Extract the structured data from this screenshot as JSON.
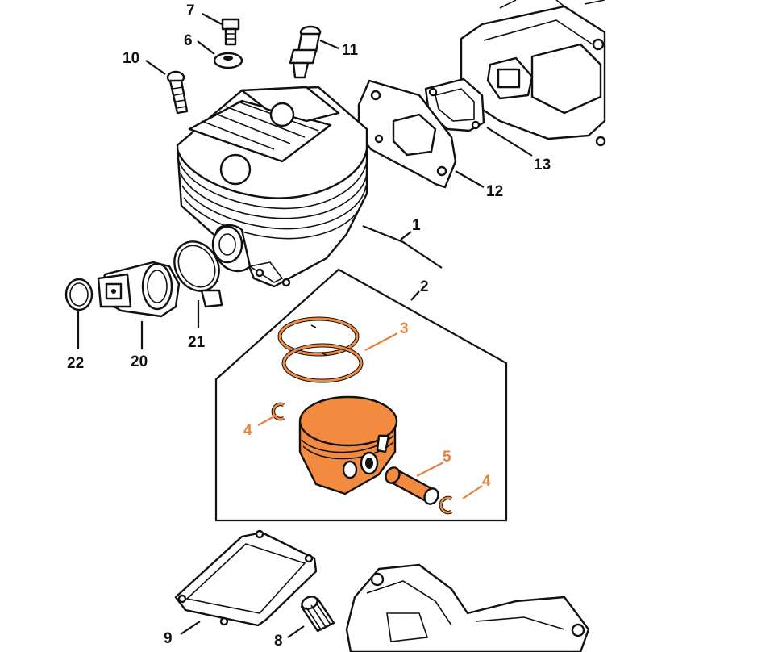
{
  "diagram": {
    "accent_color": "#f28b40",
    "label_orange": "#e8823a",
    "labels": {
      "p1": "1",
      "p2": "2",
      "p3": "3",
      "p4a": "4",
      "p4b": "4",
      "p5": "5",
      "p6": "6",
      "p7": "7",
      "p8": "8",
      "p9": "9",
      "p10": "10",
      "p11": "11",
      "p12": "12",
      "p13": "13",
      "p20": "20",
      "p21": "21",
      "p22": "22"
    },
    "highlighted_parts": [
      "3",
      "4",
      "5",
      "piston"
    ]
  }
}
